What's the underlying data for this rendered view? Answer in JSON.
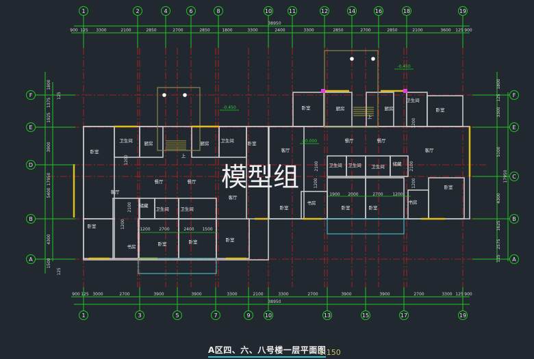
{
  "drawing": {
    "title": "A区四、六、八号楼一层平面图",
    "scale": "1:150",
    "watermark": "模型组",
    "colors": {
      "background": "#212830",
      "axis": "#1fc81f",
      "grid": "#c81e1e",
      "wall": "#c8c8c8",
      "window": "#e0c020",
      "balcony": "#40b8c0"
    }
  },
  "axes": {
    "top": [
      "1",
      "2",
      "4",
      "6",
      "8",
      "10",
      "11",
      "12",
      "14",
      "16",
      "18",
      "19"
    ],
    "bottom": [
      "1",
      "3",
      "5",
      "7",
      "9",
      "10",
      "13",
      "15",
      "17",
      "19"
    ],
    "left": [
      "F",
      "E",
      "D",
      "B",
      "A"
    ],
    "right": [
      "F",
      "E",
      "C",
      "B",
      "A"
    ]
  },
  "dimensions": {
    "top_total": "38950",
    "top_segments": [
      "900",
      "125",
      "3300",
      "2100",
      "2850",
      "2700",
      "2850",
      "1800",
      "3300",
      "2400",
      "3300",
      "2850",
      "2700",
      "2850",
      "2100",
      "3600",
      "125",
      "900"
    ],
    "bottom_total": "38950",
    "bottom_segments": [
      "900",
      "125",
      "3000",
      "2700",
      "3900",
      "3900",
      "3300",
      "2100",
      "3300",
      "2700",
      "3900",
      "3900",
      "2700",
      "3300",
      "125",
      "900"
    ],
    "left_total": "17950",
    "left_segments": [
      "1800",
      "125",
      "1375",
      "1925",
      "3900",
      "5400",
      "4300",
      "1500",
      "125"
    ],
    "right_total": "17950",
    "right_segments": [
      "1800",
      "125",
      "3300",
      "5100",
      "4300",
      "1625",
      "2575",
      "125"
    ],
    "interior": [
      "1200",
      "2100",
      "1200",
      "1200",
      "2700",
      "2400",
      "1500",
      "2100",
      "1200",
      "1900",
      "2000",
      "2700",
      "1200",
      "1200",
      "2100",
      "1200"
    ]
  },
  "elevations": [
    "-0.450",
    "-0.450",
    "±0.000"
  ],
  "stair_marks": [
    "上",
    "上"
  ],
  "rooms": [
    "卧室",
    "卫生间",
    "厨房",
    "厨房",
    "卫生间",
    "卧室",
    "餐厅",
    "餐厅",
    "客厅",
    "客厅",
    "储藏",
    "卫生间",
    "卫生间",
    "卧室",
    "书房",
    "卧室",
    "卧室",
    "卧室",
    "卧室",
    "厨房",
    "厨房",
    "卫生间",
    "卧室",
    "客厅",
    "餐厅",
    "餐厅",
    "客厅",
    "卫生间",
    "卫生间",
    "卫生间",
    "储藏",
    "卧室",
    "书房",
    "卧室",
    "卧室",
    "书房",
    "卧室"
  ]
}
